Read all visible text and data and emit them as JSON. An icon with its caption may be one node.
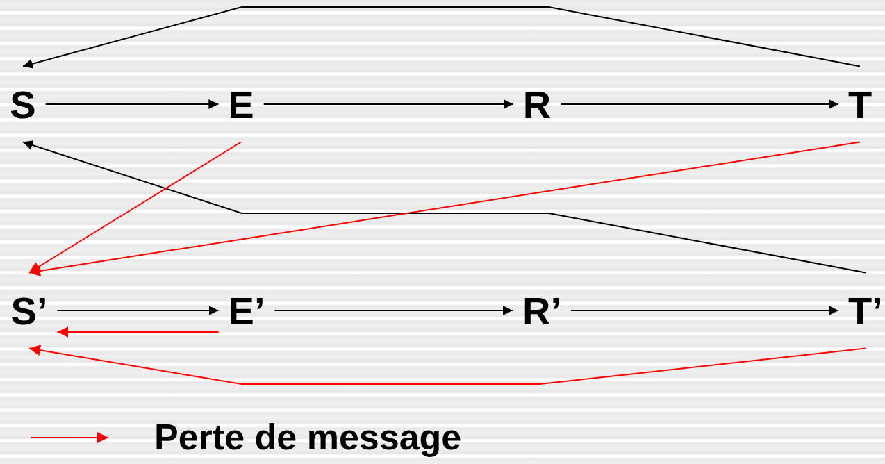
{
  "diagram": {
    "nodes": [
      {
        "text": [
          "S"
        ]
      },
      {
        "text": [
          "E"
        ]
      },
      {
        "text": [
          "R"
        ]
      },
      {
        "text": [
          "T"
        ]
      },
      {
        "text": [
          "S’"
        ]
      },
      {
        "text": [
          "E’"
        ]
      },
      {
        "text": [
          "R’"
        ]
      },
      {
        "text": [
          "T’"
        ]
      }
    ],
    "edges": [
      {
        "from": 0,
        "to": 1,
        "arrow": "to"
      },
      {
        "from": 1,
        "to": 2,
        "arrow": "to"
      },
      {
        "from": 2,
        "to": 3,
        "arrow": "to"
      },
      {
        "from": 3,
        "to": 0,
        "arrow": "to"
      },
      {
        "from": 7,
        "to": 0,
        "arrow": "to"
      },
      {
        "from": 1,
        "to": 4,
        "arrow": "to",
        "color": "#ff0000"
      },
      {
        "from": 3,
        "to": 4,
        "arrow": "to",
        "color": "#ff0000"
      },
      {
        "from": 4,
        "to": 5,
        "arrow": "to"
      },
      {
        "from": 5,
        "to": 6,
        "arrow": "to"
      },
      {
        "from": 6,
        "to": 7,
        "arrow": "to"
      },
      {
        "from": 5,
        "to": 4,
        "arrow": "to",
        "color": "#ff0000"
      },
      {
        "from": 7,
        "to": 4,
        "arrow": "to",
        "color": "#ff0000"
      }
    ],
    "legend": [
      {
        "text": "Perte de message"
      }
    ]
  }
}
